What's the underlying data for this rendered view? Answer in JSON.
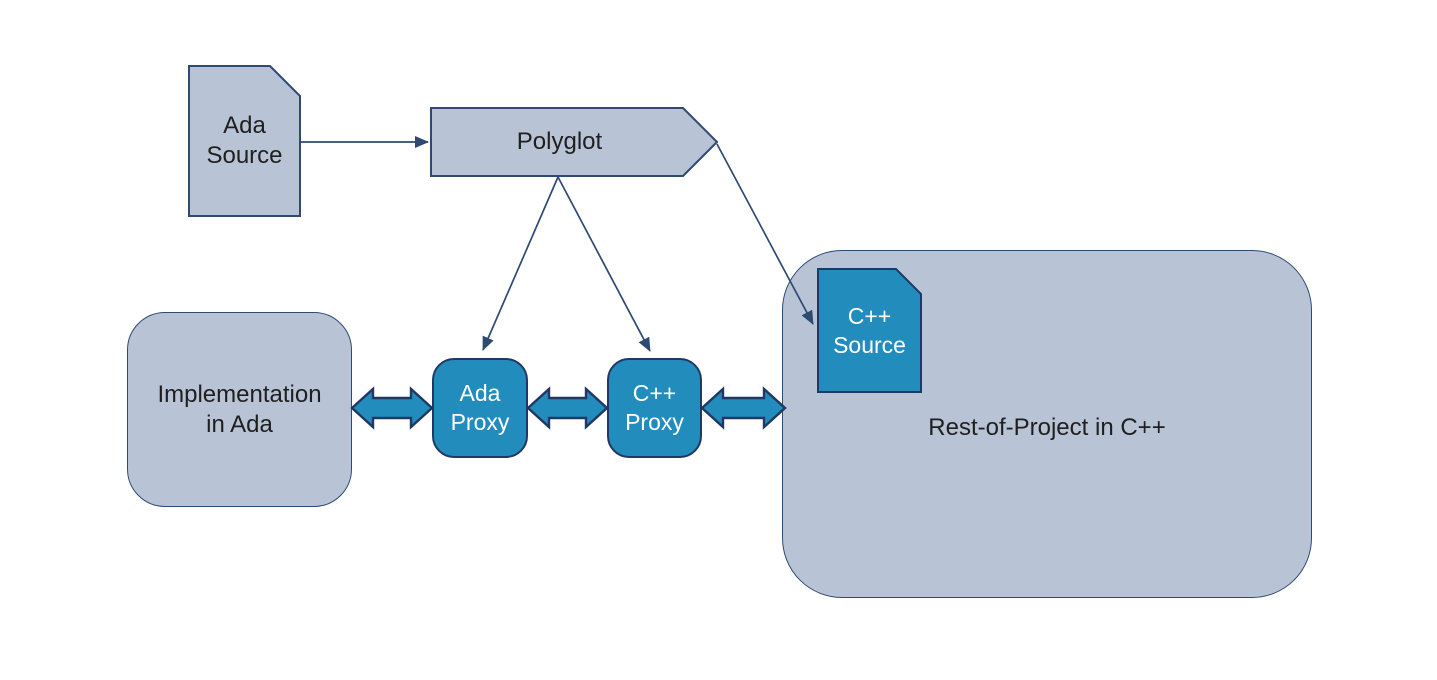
{
  "diagram": {
    "colors": {
      "background": "#ffffff",
      "light_fill": "#b8c3d6",
      "teal_fill": "#228dbd",
      "stroke": "#2e4a71",
      "dark_stroke": "#1f3864",
      "dark_text": "#1f1f1f",
      "light_text": "#ffffff"
    },
    "nodes": {
      "ada_source": {
        "label": "Ada\nSource",
        "shape": "document"
      },
      "polyglot": {
        "label": "Polyglot",
        "shape": "pentagon-arrow"
      },
      "implementation_ada": {
        "label": "Implementation\nin Ada",
        "shape": "rounded-rect"
      },
      "ada_proxy": {
        "label": "Ada\nProxy",
        "shape": "rounded-rect"
      },
      "cpp_proxy": {
        "label": "C++\nProxy",
        "shape": "rounded-rect"
      },
      "cpp_source": {
        "label": "C++\nSource",
        "shape": "document"
      },
      "rest_of_project": {
        "label": "Rest-of-Project in C++",
        "shape": "rounded-rect"
      }
    },
    "edges": [
      {
        "from": "ada_source",
        "to": "polyglot",
        "type": "arrow"
      },
      {
        "from": "polyglot",
        "to": "ada_proxy",
        "type": "arrow"
      },
      {
        "from": "polyglot",
        "to": "cpp_proxy",
        "type": "arrow"
      },
      {
        "from": "polyglot",
        "to": "cpp_source",
        "type": "arrow"
      },
      {
        "from": "implementation_ada",
        "to": "ada_proxy",
        "type": "double-arrow"
      },
      {
        "from": "ada_proxy",
        "to": "cpp_proxy",
        "type": "double-arrow"
      },
      {
        "from": "cpp_proxy",
        "to": "rest_of_project",
        "type": "double-arrow"
      }
    ]
  }
}
